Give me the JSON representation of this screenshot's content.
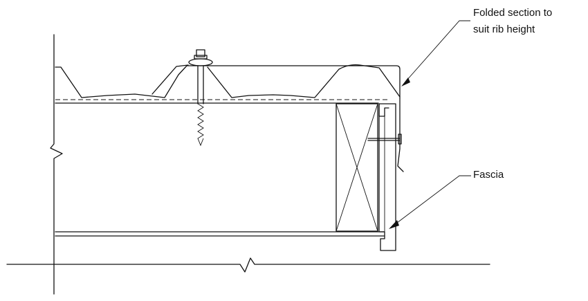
{
  "labels": {
    "folded_section_line1": "Folded section to",
    "folded_section_line2": "suit rib height",
    "fascia": "Fascia"
  },
  "colors": {
    "line": "#111111",
    "background": "#ffffff"
  }
}
